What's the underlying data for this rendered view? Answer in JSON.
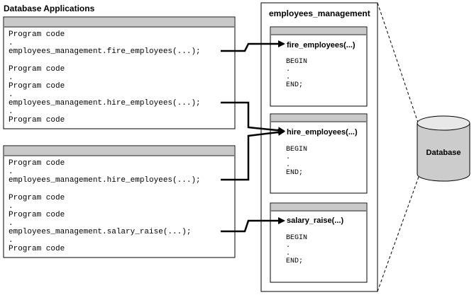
{
  "titles": {
    "apps": "Database Applications",
    "package": "employees_management",
    "database": "Database"
  },
  "app1": {
    "lines": [
      "Program code",
      ".",
      "employees_management.fire_employees(...);",
      "Program code",
      ".",
      "Program code",
      ".",
      "employees_management.hire_employees(...);",
      ".",
      "Program code"
    ]
  },
  "app2": {
    "lines": [
      "Program code",
      ".",
      "employees_management.hire_employees(...);",
      "Program code",
      ".",
      "Program code",
      ".",
      "employees_management.salary_raise(...);",
      ".",
      "Program code"
    ]
  },
  "procs": [
    {
      "name": "fire_employees(...)",
      "body": [
        "BEGIN",
        ".",
        ".",
        "END;"
      ]
    },
    {
      "name": "hire_employees(...)",
      "body": [
        "BEGIN",
        ".",
        ".",
        "END;"
      ]
    },
    {
      "name": "salary_raise(...)",
      "body": [
        "BEGIN",
        ".",
        ".",
        "END;"
      ]
    }
  ]
}
